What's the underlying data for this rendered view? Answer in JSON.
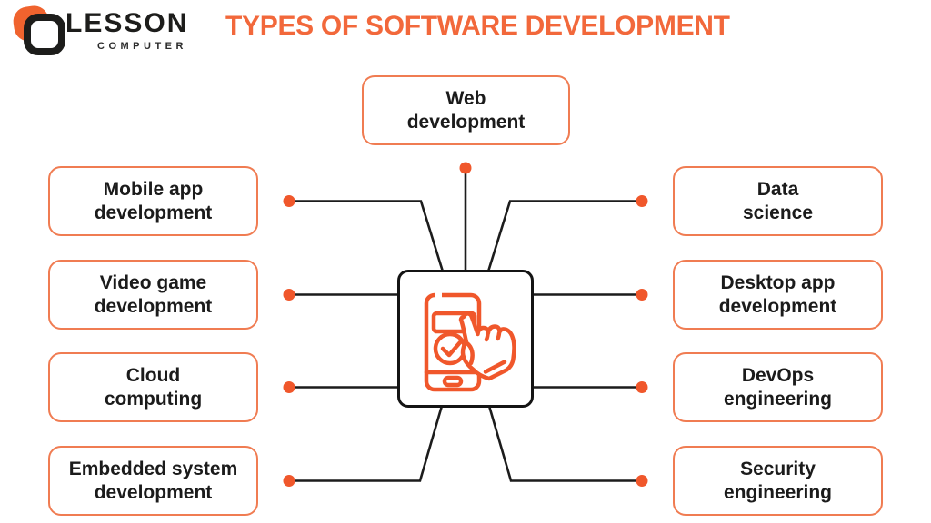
{
  "meta": {
    "type": "infographic-diagram"
  },
  "colors": {
    "accent": "#F0572B",
    "title": "#F2683B",
    "box_border": "#F07C52",
    "line": "#1C1C1C",
    "dot": "#F0572B",
    "text": "#1B1B1B",
    "logo_black": "#1D1D1B",
    "logo_orange": "#F0632E"
  },
  "logo": {
    "name": "LESSON",
    "subtitle": "COMPUTER"
  },
  "title": "TYPES OF SOFTWARE DEVELOPMENT",
  "hub": {
    "icon": "phone-tap-check-icon"
  },
  "nodes": [
    {
      "id": "web-development",
      "side": "top",
      "lines": [
        "Web",
        "development"
      ]
    },
    {
      "id": "mobile-app-development",
      "side": "left",
      "lines": [
        "Mobile app",
        "development"
      ]
    },
    {
      "id": "video-game-development",
      "side": "left",
      "lines": [
        "Video game",
        "development"
      ]
    },
    {
      "id": "cloud-computing",
      "side": "left",
      "lines": [
        "Cloud",
        "computing"
      ]
    },
    {
      "id": "embedded-system-development",
      "side": "left",
      "lines": [
        "Embedded system",
        "development"
      ]
    },
    {
      "id": "data-science",
      "side": "right",
      "lines": [
        "Data",
        "science"
      ]
    },
    {
      "id": "desktop-app-development",
      "side": "right",
      "lines": [
        "Desktop app",
        "development"
      ]
    },
    {
      "id": "devops-engineering",
      "side": "right",
      "lines": [
        "DevOps",
        "engineering"
      ]
    },
    {
      "id": "security-engineering",
      "side": "right",
      "lines": [
        "Security",
        "engineering"
      ]
    }
  ]
}
